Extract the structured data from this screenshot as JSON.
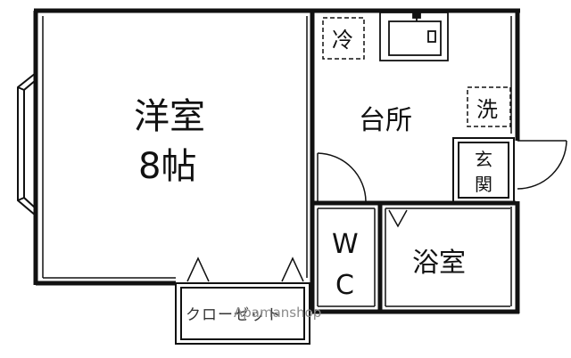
{
  "rooms": {
    "western_room_name": "洋室",
    "western_room_size": "8帖",
    "kitchen": "台所",
    "toilet_w": "W",
    "toilet_c": "C",
    "bathroom": "浴室",
    "entrance_top": "玄",
    "entrance_bottom": "関",
    "closet": "クローゼット"
  },
  "fixtures": {
    "fridge": "冷",
    "washer": "洗"
  },
  "watermark": "Apamanshop"
}
